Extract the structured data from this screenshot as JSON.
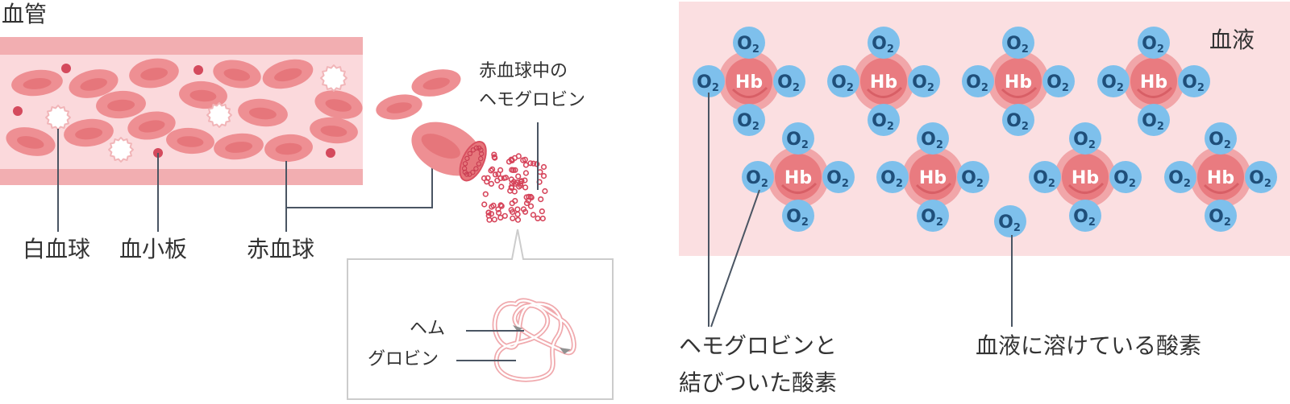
{
  "labels": {
    "blood_vessel": "血管",
    "white_blood_cell": "白血球",
    "platelet": "血小板",
    "red_blood_cell": "赤血球",
    "hemoglobin_in_rbc_line1": "赤血球中の",
    "hemoglobin_in_rbc_line2": "ヘモグロビン",
    "heme": "ヘム",
    "globin": "グロビン",
    "blood": "血液",
    "bound_oxygen_line1": "ヘモグロビンと",
    "bound_oxygen_line2": "結びついた酸素",
    "dissolved_oxygen": "血液に溶けている酸素"
  },
  "molecule": {
    "hemoglobin": "Hb",
    "oxygen": "O",
    "oxygen_subscript": "2"
  },
  "colors": {
    "vessel_wall": "#f2aeb1",
    "vessel_lumen": "#fbd9dc",
    "red_cell": "#ee8f93",
    "red_cell_center": "#e6767b",
    "platelet": "#d44a5d",
    "blood_field": "#fbdfe1",
    "hb_core": "#e97b80",
    "hb_halo": "#f1a6a9",
    "oxygen": "#7ec0ec",
    "oxygen_text": "#1f4f7a",
    "leader_line": "#4a5563",
    "frame": "#cccccc"
  }
}
